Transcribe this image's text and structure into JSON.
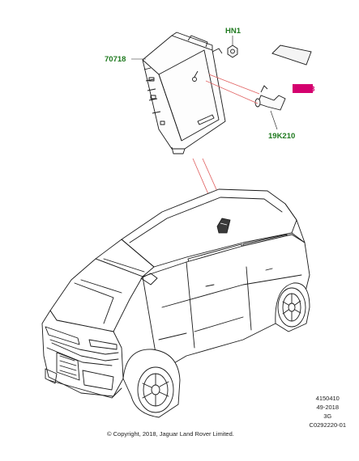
{
  "callouts": {
    "module": "70718",
    "nut": "HN1",
    "label_part": "70708",
    "antenna": "19K210"
  },
  "document": {
    "illustration_no": "4150410",
    "date_code": "49-2018",
    "revision": "3G",
    "drawing_ref": "C0292220-01",
    "copyright": "© Copyright, 2018, Jaguar Land Rover Limited."
  },
  "colors": {
    "callout_green": "#1f7a1f",
    "leader_red": "#e06060",
    "highlight_magenta": "#d4006e",
    "line_black": "#1a1a1a"
  }
}
